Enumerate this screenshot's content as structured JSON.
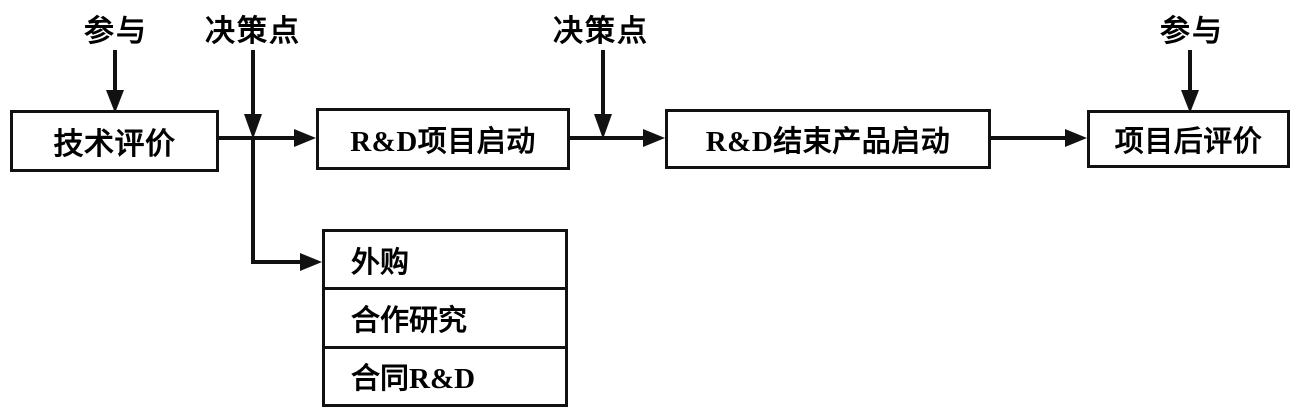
{
  "diagram": {
    "title": "R&D process flow with decision points",
    "line_color": "#111111",
    "background": "#ffffff",
    "nodes": [
      {
        "id": "tech-evaluation",
        "label": "技术评价"
      },
      {
        "id": "rd-project-start",
        "label": "R&D项目启动"
      },
      {
        "id": "rd-end-product-start",
        "label": "R&D结束产品启动"
      },
      {
        "id": "post-project-evaluation",
        "label": "项目后评价"
      }
    ],
    "alternatives": {
      "items": [
        {
          "id": "outsourcing",
          "label": "外购"
        },
        {
          "id": "joint-research",
          "label": "合作研究"
        },
        {
          "id": "contract-rd",
          "label": "合同R&D"
        }
      ]
    },
    "annotations": [
      {
        "id": "join-1",
        "label": "参与",
        "target": "tech-evaluation"
      },
      {
        "id": "decision-1",
        "label": "决策点",
        "target": "branch-after-tech-evaluation"
      },
      {
        "id": "decision-2",
        "label": "决策点",
        "target": "between-rd-start-and-rd-end"
      },
      {
        "id": "join-2",
        "label": "参与",
        "target": "post-project-evaluation"
      }
    ]
  }
}
